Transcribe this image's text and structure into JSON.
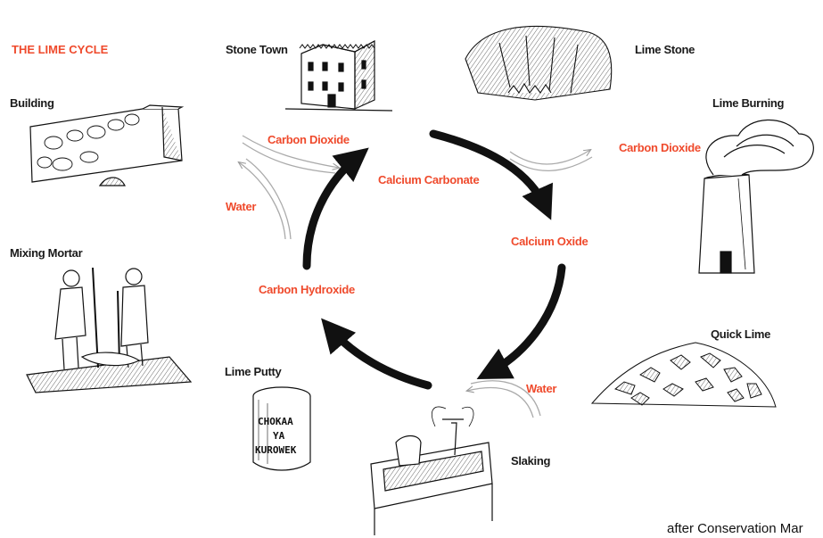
{
  "title": "THE LIME CYCLE",
  "colors": {
    "accent": "#ef4a2c",
    "ink": "#111111"
  },
  "stages": {
    "stone_town": "Stone Town",
    "lime_stone": "Lime Stone",
    "lime_burning": "Lime Burning",
    "quick_lime": "Quick Lime",
    "slaking": "Slaking",
    "lime_putty": "Lime Putty",
    "mixing_mortar": "Mixing Mortar",
    "building": "Building"
  },
  "compounds": {
    "calcium_carbonate": "Calcium Carbonate",
    "calcium_oxide": "Calcium Oxide",
    "carbon_hydroxide": "Carbon Hydroxide"
  },
  "flows": {
    "co2_in": "Carbon Dioxide",
    "water_out": "Water",
    "co2_out": "Carbon Dioxide",
    "water_in": "Water"
  },
  "putty_bucket": [
    "CHOKAA",
    "YA",
    "KUROWEK"
  ],
  "credit": "after Conservation Mar"
}
